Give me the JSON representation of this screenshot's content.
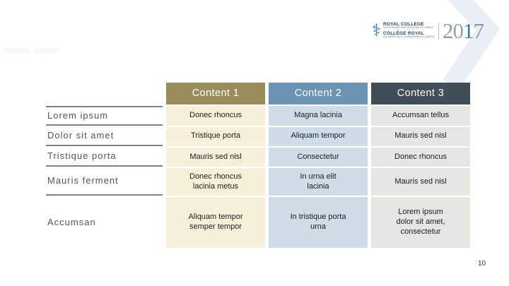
{
  "slide": {
    "page_number": "10"
  },
  "logo": {
    "icon": "caduceus-icon",
    "line1": "ROYAL COLLEGE",
    "tagline1": "OF PHYSICIANS AND SURGEONS OF CANADA",
    "line2": "COLLÈGE ROYAL",
    "tagline2": "DES MÉDECINS ET CHIRURGIENS DU CANADA",
    "year": "2017",
    "year_digits": [
      "2",
      "0",
      "1",
      "7"
    ]
  },
  "table": {
    "headers": [
      {
        "label": "Content 1"
      },
      {
        "label": "Content 2"
      },
      {
        "label": "Content 3"
      }
    ],
    "row_labels": [
      "Lorem ipsum",
      "Dolor sit amet",
      "Tristique porta",
      "Mauris ferment",
      "Accumsan"
    ],
    "rows": [
      [
        "Donec rhoncus",
        "Magna lacinia",
        "Accumsan tellus"
      ],
      [
        "Tristique porta",
        "Aliquam tempor",
        "Mauris sed nisl"
      ],
      [
        "Mauris sed nisl",
        "Consectetur",
        "Donec rhoncus"
      ],
      [
        "Donec rhoncus\nlacinia metus",
        "In urna elit\nlacinia",
        "Mauris sed nisl"
      ],
      [
        "Aliquam tempor\nsemper tempor",
        "In tristique porta\nurna",
        "Lorem ipsum\ndolor sit amet,\nconsectetur"
      ]
    ]
  },
  "colors": {
    "header1_bg": "#9a8d5b",
    "header2_bg": "#6d93b4",
    "header3_bg": "#3f4e57",
    "col1_bg": "#f7f0db",
    "col2_bg": "#cfdde9",
    "col3_bg": "#e6e6e2",
    "header_text": "#ffffff",
    "label_text": "#555555",
    "label_line": "#828282",
    "chevron": "#eaeff6",
    "year_blue": "#2d7ab8",
    "logo_navy": "#1c3c5e",
    "page_number_text": "#1d3a50"
  }
}
